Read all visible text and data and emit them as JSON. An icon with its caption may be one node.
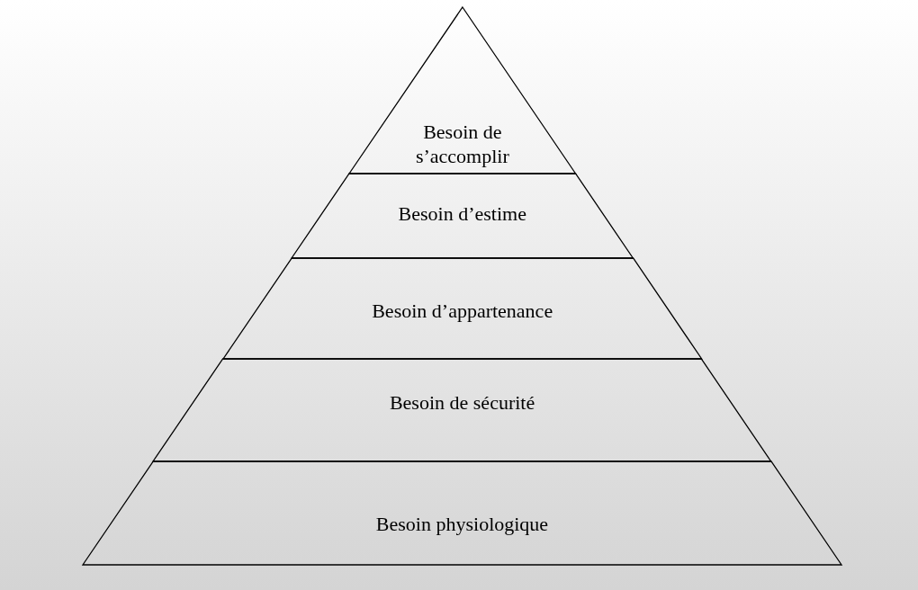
{
  "diagram": {
    "nodes": [
      {
        "text": [
          "Besoin de s’accomplir"
        ]
      },
      {
        "text": [
          "Besoin d’estime"
        ]
      },
      {
        "text": [
          "Besoin d’appartenance"
        ]
      },
      {
        "text": [
          "Besoin de sécurité"
        ]
      },
      {
        "text": [
          "Besoin physiologique"
        ]
      }
    ]
  }
}
